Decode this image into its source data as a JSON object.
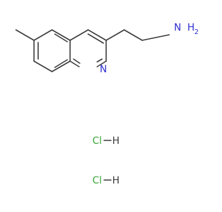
{
  "structure": {
    "amine_label": "NH2",
    "ring_nitrogen_label": "N",
    "salts": [
      {
        "chlorine": "Cl",
        "hydrogen": "H"
      },
      {
        "chlorine": "Cl",
        "hydrogen": "H"
      }
    ]
  },
  "colors": {
    "bond": "#3a3a3a",
    "nitrogen": "#2f2fd0",
    "chlorine": "#3ca83c",
    "hydrogen": "#3a3a3a",
    "background": "#ffffff"
  }
}
